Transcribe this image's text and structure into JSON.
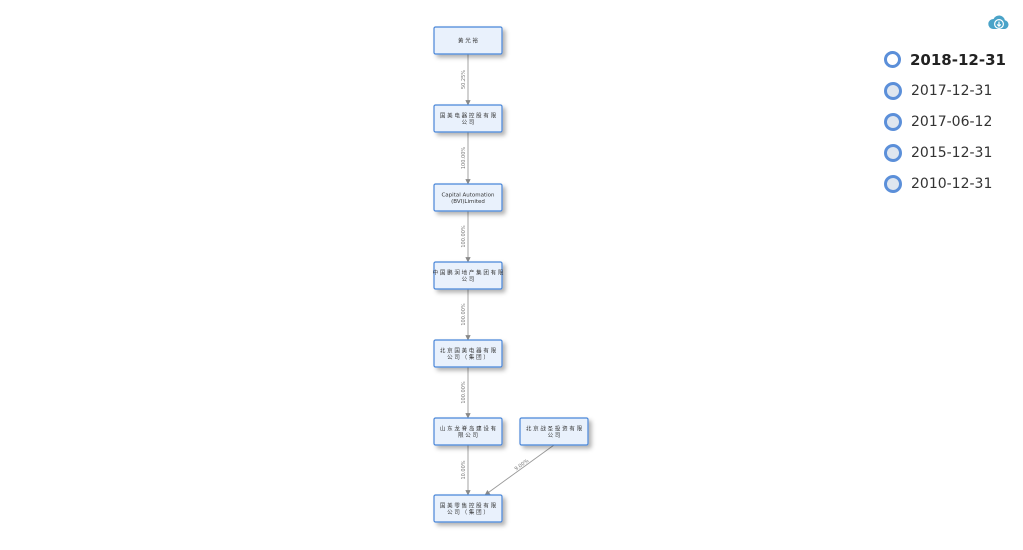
{
  "diagram": {
    "nodes": [
      {
        "id": "n1",
        "lines": [
          "黄 光 裕"
        ]
      },
      {
        "id": "n2",
        "lines": [
          "国 美 电 器 控 股 有 限",
          "公 司"
        ]
      },
      {
        "id": "n3",
        "lines": [
          "Capital Automation",
          "(BVI)Limited"
        ]
      },
      {
        "id": "n4",
        "lines": [
          "中 国 鹏 润 地 产 集 团 有 限",
          "公 司"
        ]
      },
      {
        "id": "n5",
        "lines": [
          "北 京 国 美 电 器 有 限",
          "公 司 （ 集 团 ）"
        ]
      },
      {
        "id": "n6",
        "lines": [
          "山 东 龙 脊 岛 建 设 有",
          "限 公 司"
        ]
      },
      {
        "id": "n7",
        "lines": [
          "北 京 战 圣 投 资 有 限",
          "公 司"
        ]
      },
      {
        "id": "n8",
        "lines": [
          "国 美 零 售 控 股 有 限",
          "公 司 （ 集 团 ）"
        ]
      }
    ],
    "edges": [
      {
        "from": "n1",
        "to": "n2",
        "label": "50.25%"
      },
      {
        "from": "n2",
        "to": "n3",
        "label": "100.00%"
      },
      {
        "from": "n3",
        "to": "n4",
        "label": "100.00%"
      },
      {
        "from": "n4",
        "to": "n5",
        "label": "100.00%"
      },
      {
        "from": "n5",
        "to": "n6",
        "label": "100.00%"
      },
      {
        "from": "n6",
        "to": "n8",
        "label": "10.00%"
      },
      {
        "from": "n7",
        "to": "n8",
        "label": "9.00%"
      }
    ]
  },
  "timeline": {
    "selected": 0,
    "dates": [
      "2018-12-31",
      "2017-12-31",
      "2017-06-12",
      "2015-12-31",
      "2010-12-31"
    ]
  },
  "icons": {
    "download": "cloud-download-icon"
  },
  "colors": {
    "node_fill": "#e9f1fc",
    "node_border": "#4a86d8",
    "accent": "#4aa3c8"
  }
}
